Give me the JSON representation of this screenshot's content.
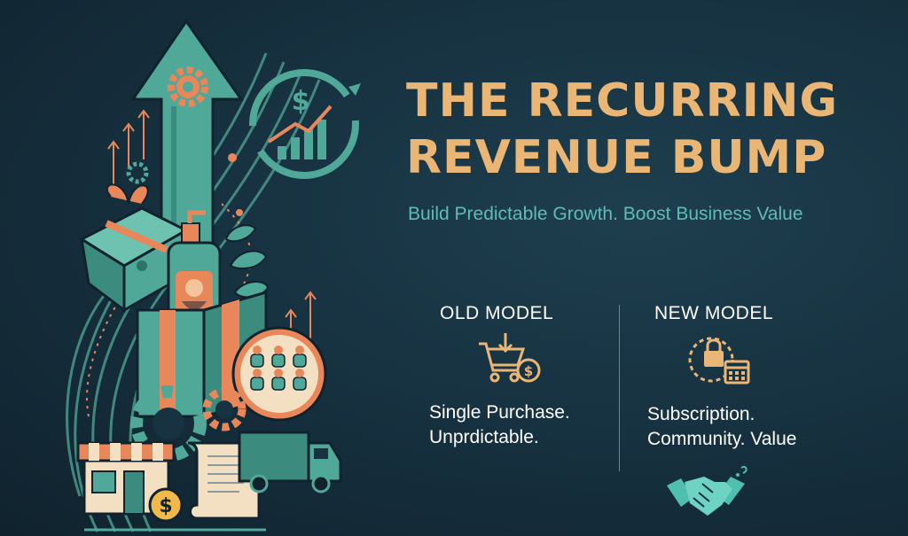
{
  "title": {
    "line1": "THE RECURRING",
    "line2": "REVENUE BUMP"
  },
  "subtitle": "Build Predictable Growth. Boost Business Value",
  "old_model": {
    "heading": "OLD MODEL",
    "line1": "Single Purchase.",
    "line2": "Unprdictable.",
    "icon": "cart-dollar-icon"
  },
  "new_model": {
    "heading": "NEW MODEL",
    "line1": "Subscription.",
    "line2": "Community. Value",
    "icon": "lock-calendar-icon"
  },
  "colors": {
    "title": "#eab676",
    "subtitle": "#5fbcb6",
    "teal": "#4fa898",
    "orange": "#e8875a",
    "background": "#173241"
  },
  "icons": [
    "growth-arrow-icon",
    "gear-icon",
    "dollar-cycle-icon",
    "gift-box-icon",
    "product-bottle-icon",
    "community-icon",
    "storefront-icon",
    "delivery-truck-icon",
    "document-scroll-icon",
    "handshake-icon"
  ]
}
